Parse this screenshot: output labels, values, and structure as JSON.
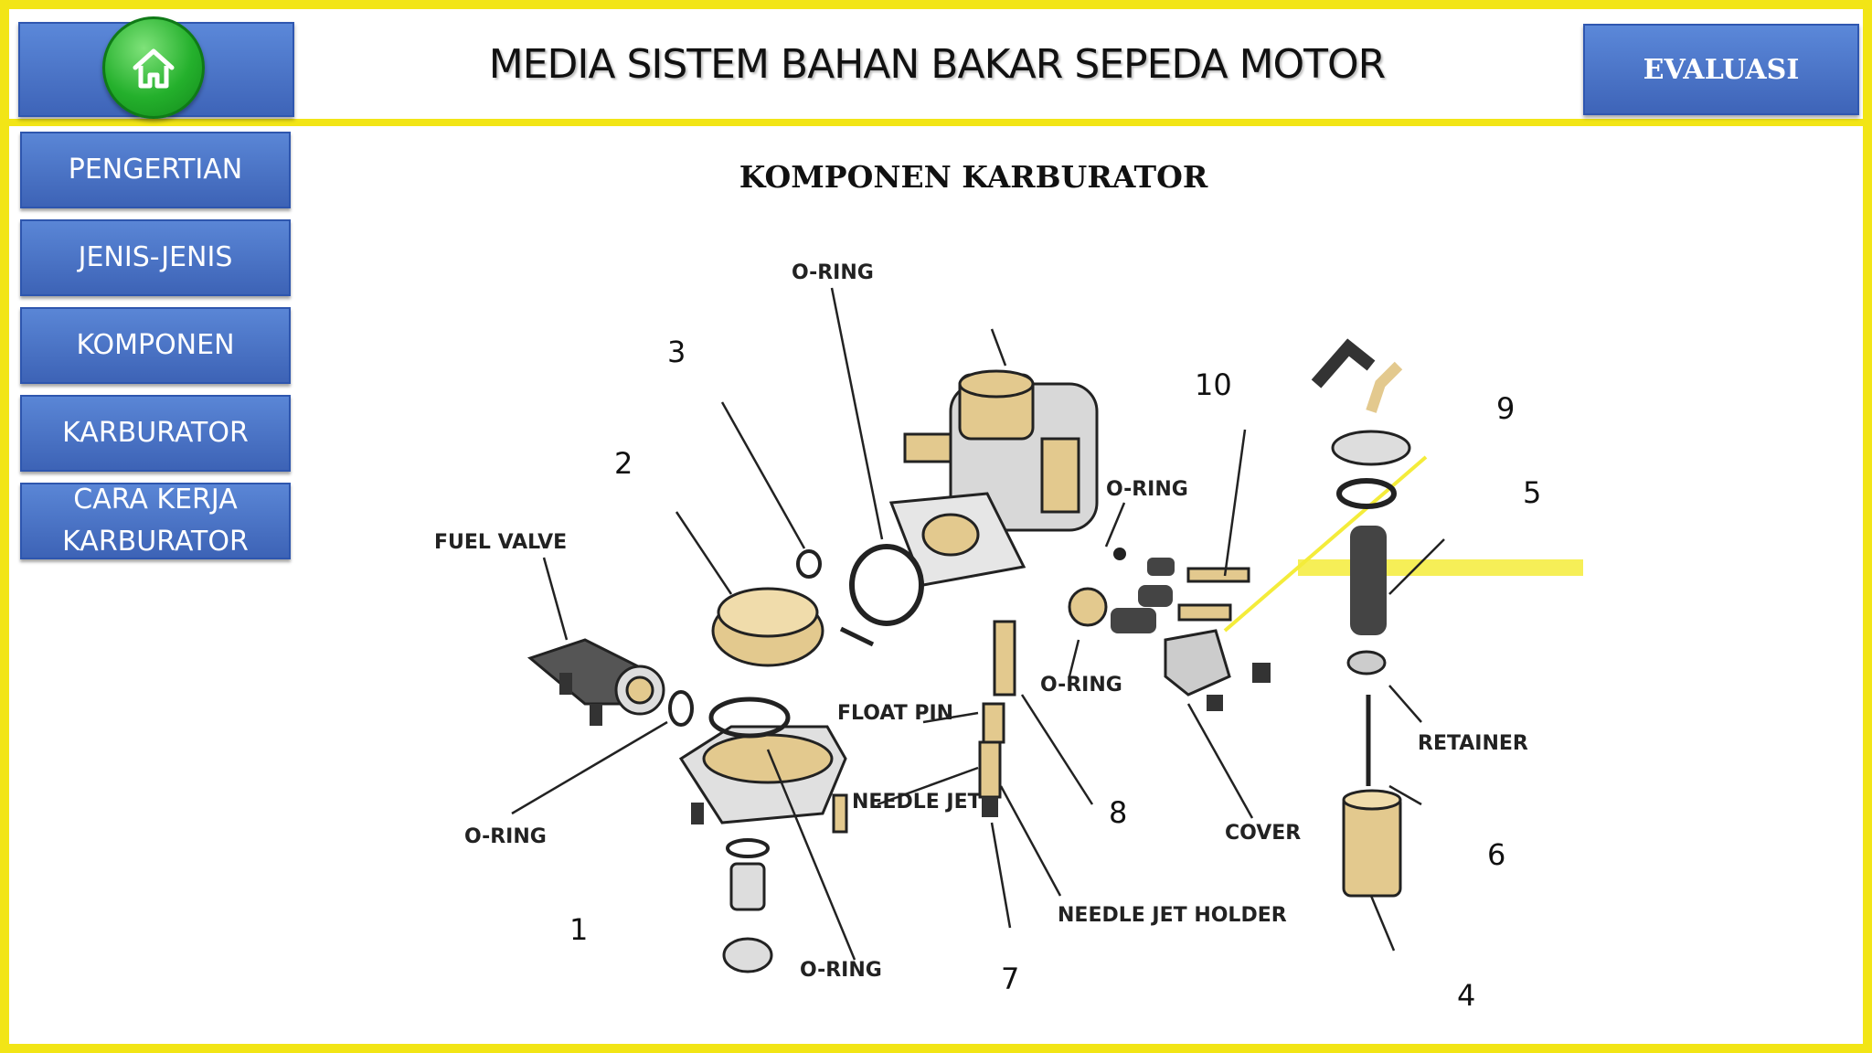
{
  "header": {
    "title": "MEDIA SISTEM BAHAN BAKAR SEPEDA MOTOR",
    "evaluation_label": "EVALUASI",
    "home_icon": "home-icon"
  },
  "sidebar": {
    "items": [
      {
        "label": "PENGERTIAN"
      },
      {
        "label": "JENIS-JENIS"
      },
      {
        "label": "KOMPONEN"
      },
      {
        "label": "KARBURATOR"
      },
      {
        "label": "CARA KERJA KARBURATOR"
      }
    ]
  },
  "content": {
    "title": "KOMPONEN KARBURATOR",
    "part_labels": {
      "fuel_valve": "FUEL VALVE",
      "o_ring_top": "O-RING",
      "o_ring_right": "O-RING",
      "o_ring_mid": "O-RING",
      "o_ring_left": "O-RING",
      "o_ring_bottom": "O-RING",
      "float_pin": "FLOAT PIN",
      "needle_jet": "NEEDLE JET",
      "needle_jet_holder": "NEEDLE JET HOLDER",
      "cover": "COVER",
      "retainer": "RETAINER"
    },
    "numbers": {
      "n1": "1",
      "n2": "2",
      "n3": "3",
      "n4": "4",
      "n5": "5",
      "n6": "6",
      "n7": "7",
      "n8": "8",
      "n9": "9",
      "n10": "10"
    }
  },
  "colors": {
    "frame_yellow": "#f2e516",
    "button_blue": "#4a74c9",
    "home_green": "#24b02c",
    "part_tan": "#e3c98e"
  }
}
